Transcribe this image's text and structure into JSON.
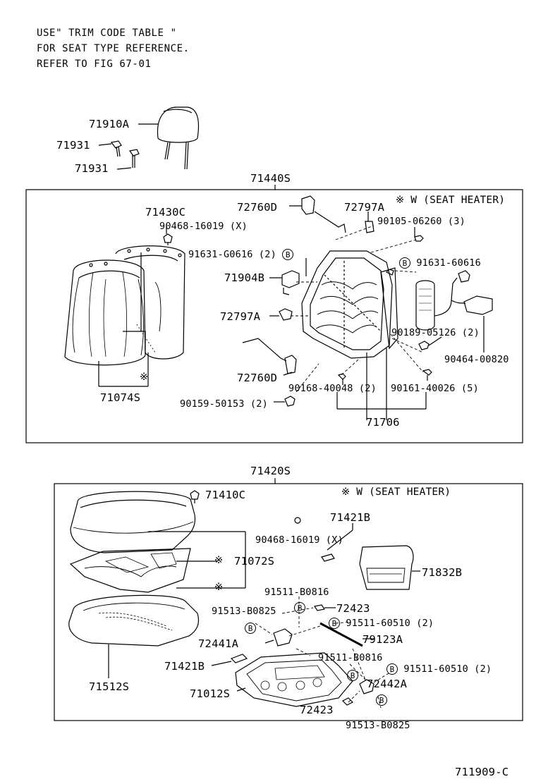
{
  "notes": {
    "line1": "USE\" TRIM CODE TABLE \"",
    "line2": "FOR SEAT TYPE REFERENCE.",
    "line3": "REFER TO FIG 67-01"
  },
  "headrest": {
    "p71910A": "71910A",
    "p71931a": "71931",
    "p71931b": "71931"
  },
  "upper": {
    "title": "71440S",
    "heater_note": "※ W (SEAT HEATER)",
    "p71430C": "71430C",
    "p90468": "90468-16019 (X)",
    "p72760D_top": "72760D",
    "p72797A_top": "72797A",
    "p90105": "90105-06260 (3)",
    "p91631_g0616": "91631-G0616 (2)",
    "p91631_60616": "91631-60616",
    "p71904B": "71904B",
    "p72797A_mid": "72797A",
    "p90189": "90189-05126 (2)",
    "p90464": "90464-00820",
    "p72760D_bot": "72760D",
    "p90168": "90168-40048 (2)",
    "p90161": "90161-40026 (5)",
    "p90159": "90159-50153 (2)",
    "p71074S": "71074S",
    "p71706": "71706",
    "star": "※"
  },
  "lower": {
    "title": "71420S",
    "heater_note": "※ W (SEAT HEATER)",
    "p71410C": "71410C",
    "p71421B_top": "71421B",
    "p90468": "90468-16019 (X)",
    "p71072S": "71072S",
    "p71832B": "71832B",
    "p91511_b0816_top": "91511-B0816",
    "p91513_b0825_top": "91513-B0825",
    "p72423_top": "72423",
    "p91511_60510_top": "91511-60510 (2)",
    "p72441A": "72441A",
    "p79123A": "79123A",
    "p91511_b0816_bot": "91511-B0816",
    "p71421B_bot": "71421B",
    "p91511_60510_bot": "91511-60510 (2)",
    "p71512S": "71512S",
    "p71012S": "71012S",
    "p72442A": "72442A",
    "p72423_bot": "72423",
    "p91513_b0825_bot": "91513-B0825",
    "star": "※"
  },
  "badge": "B",
  "figure_code": "711909-C"
}
